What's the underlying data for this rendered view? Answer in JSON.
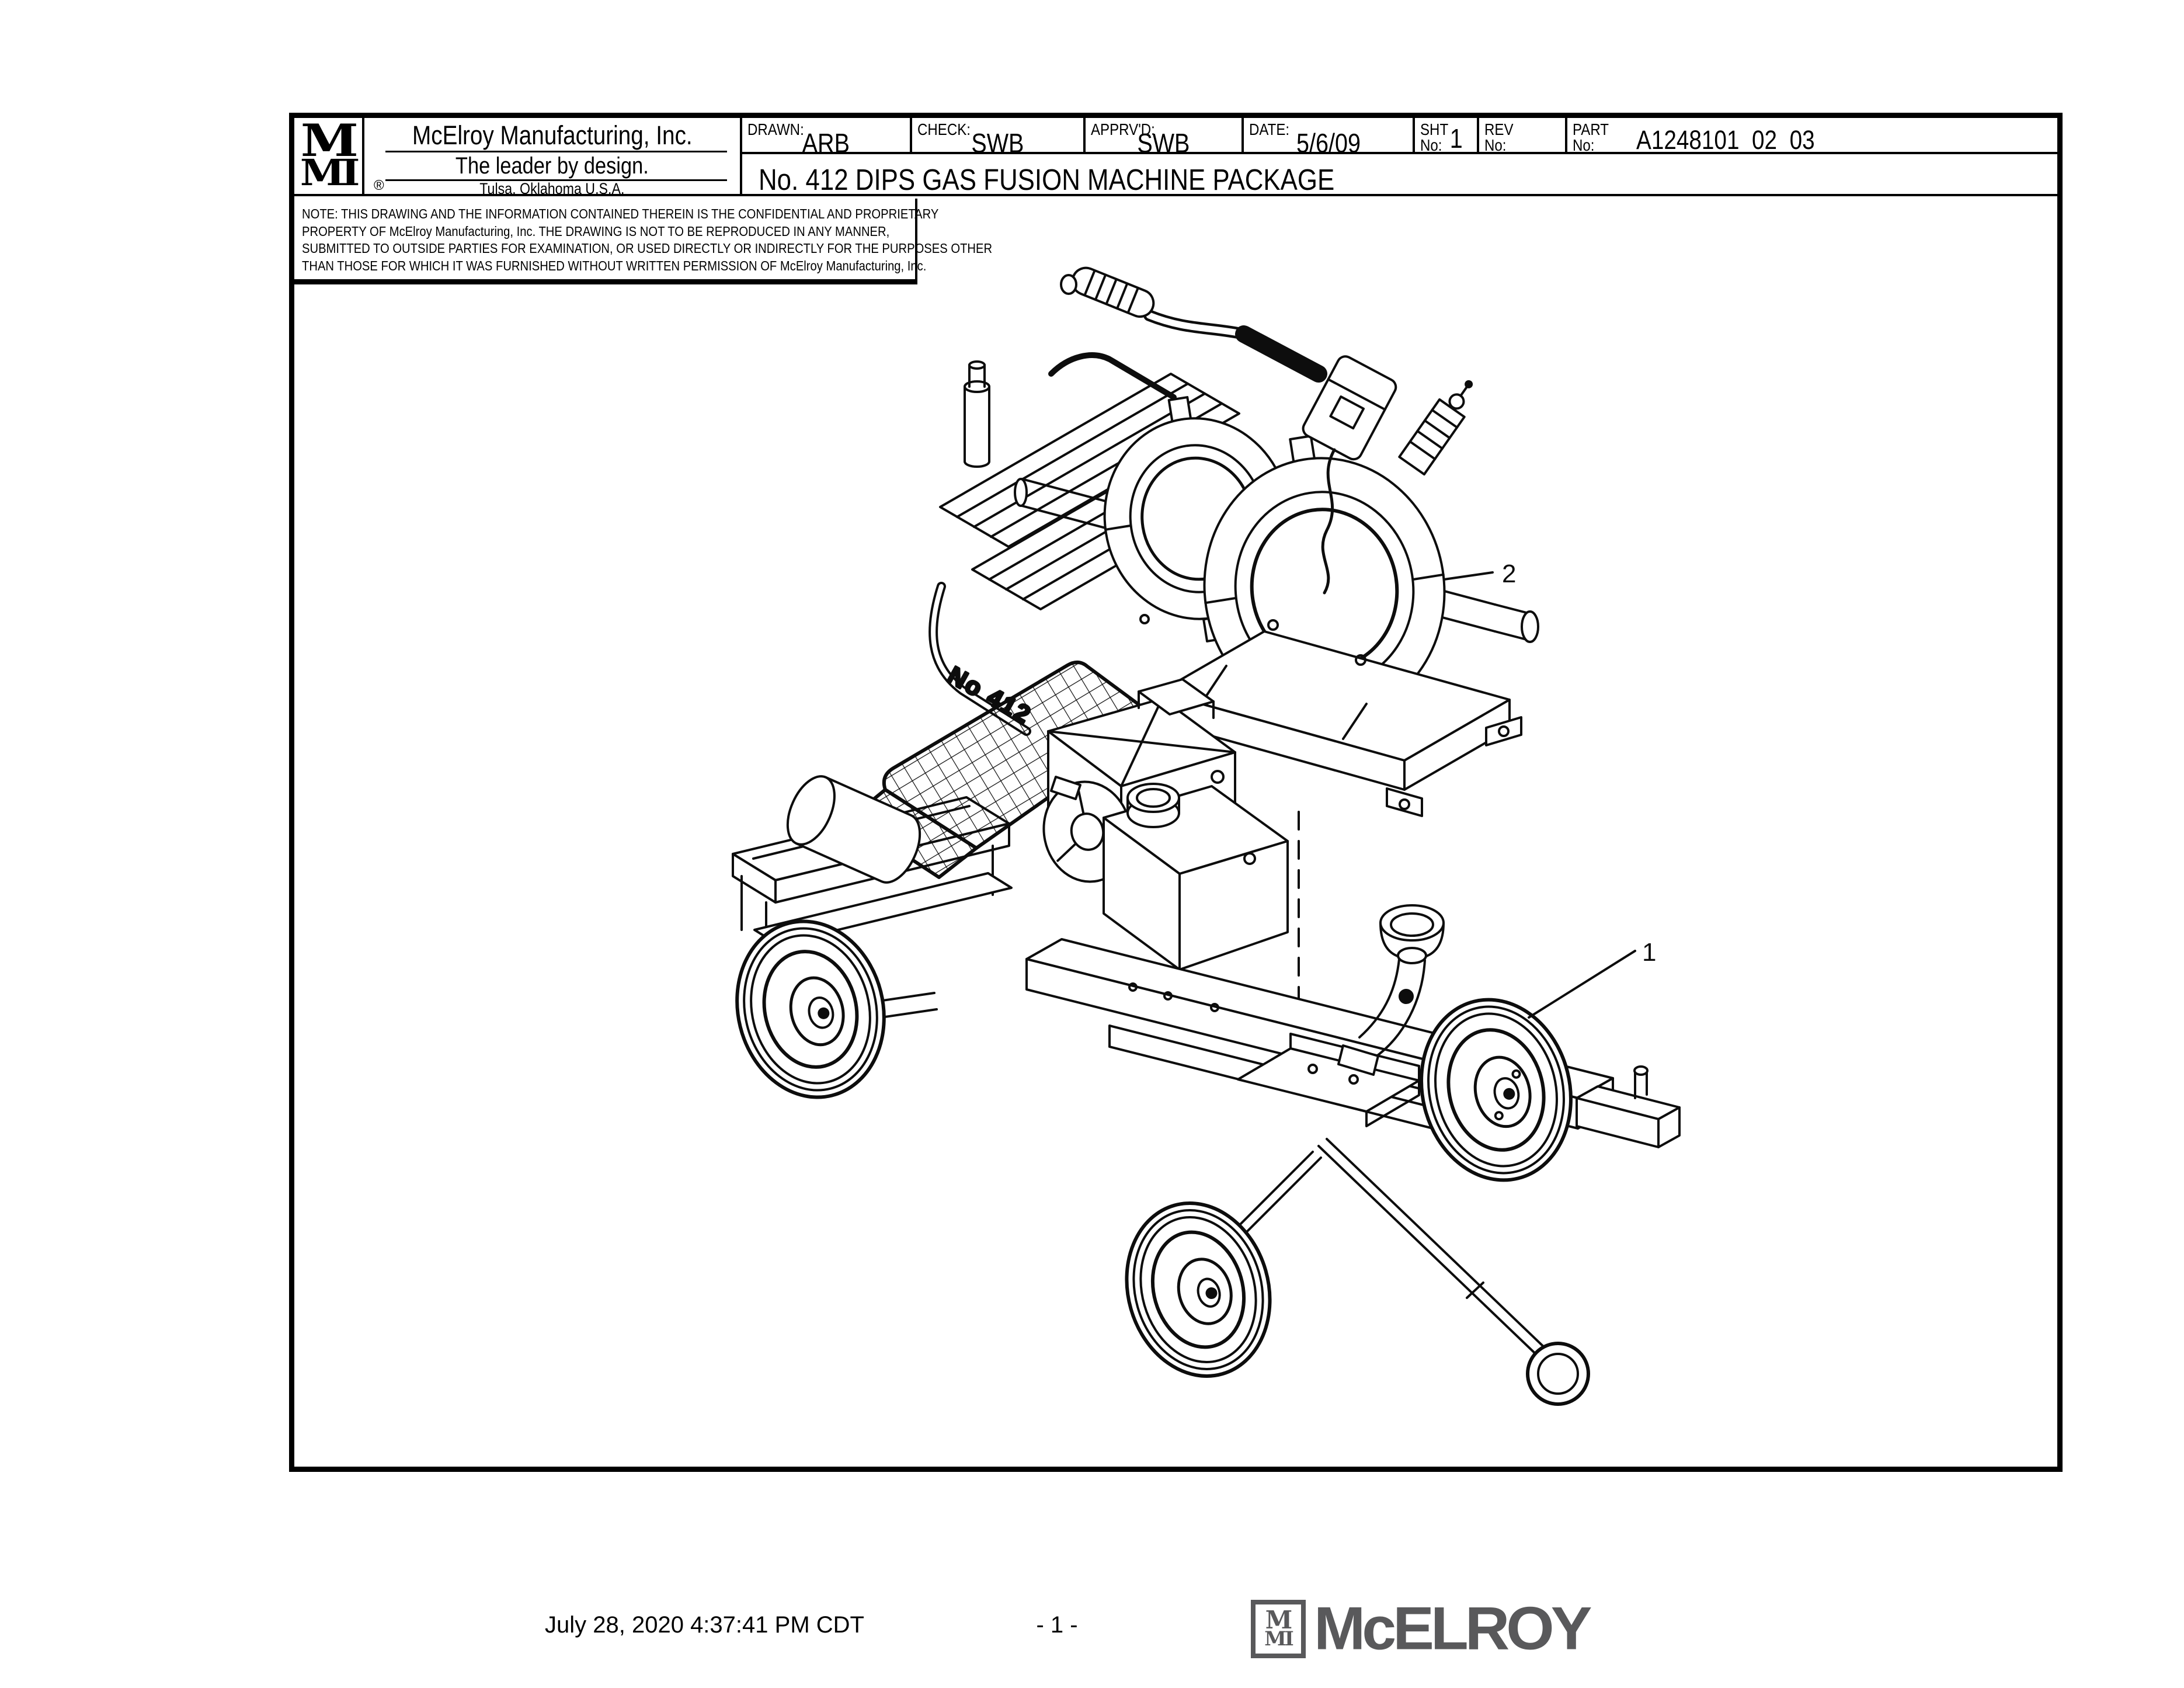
{
  "title_block": {
    "logo": {
      "mark_top": "M",
      "mark_bottom": "MI",
      "registered": "®"
    },
    "company": "McElroy Manufacturing, Inc.",
    "tagline": "The leader by design.",
    "location": "Tulsa, Oklahoma U.S.A.",
    "fields": [
      {
        "label": "DRAWN:",
        "value": "ARB"
      },
      {
        "label": "CHECK:",
        "value": "SWB"
      },
      {
        "label": "APPRV'D:",
        "value": "SWB"
      },
      {
        "label": "DATE:",
        "value": "5/6/09"
      },
      {
        "label": "SHT",
        "label2": "No:",
        "value": "1"
      },
      {
        "label": "REV",
        "label2": "No:",
        "value": ""
      },
      {
        "label": "PART",
        "label2": "No:",
        "value": "A1248101_02_03"
      }
    ],
    "drawing_title": "No. 412 DIPS GAS FUSION MACHINE PACKAGE"
  },
  "note": {
    "lines": [
      "NOTE: THIS DRAWING AND THE INFORMATION CONTAINED THEREIN IS THE CONFIDENTIAL AND PROPRIETARY",
      "PROPERTY OF McElroy Manufacturing, Inc. THE DRAWING IS NOT TO BE REPRODUCED IN ANY MANNER,",
      "SUBMITTED TO OUTSIDE PARTIES FOR EXAMINATION, OR USED DIRECTLY OR INDIRECTLY FOR THE PURPOSES OTHER",
      "THAN THOSE FOR WHICH IT WAS FURNISHED WITHOUT WRITTEN PERMISSION OF McElroy Manufacturing, Inc."
    ]
  },
  "drawing": {
    "machine_marking": "No 412",
    "callouts": {
      "item1": "1",
      "item2": "2"
    }
  },
  "footer": {
    "timestamp": "July 28, 2020 4:37:41 PM CDT",
    "page_number": "- 1 -",
    "logo_text": "McELROY",
    "logo_mark_top": "M",
    "logo_mark_bottom": "MI",
    "logo_color": "#59595b"
  }
}
